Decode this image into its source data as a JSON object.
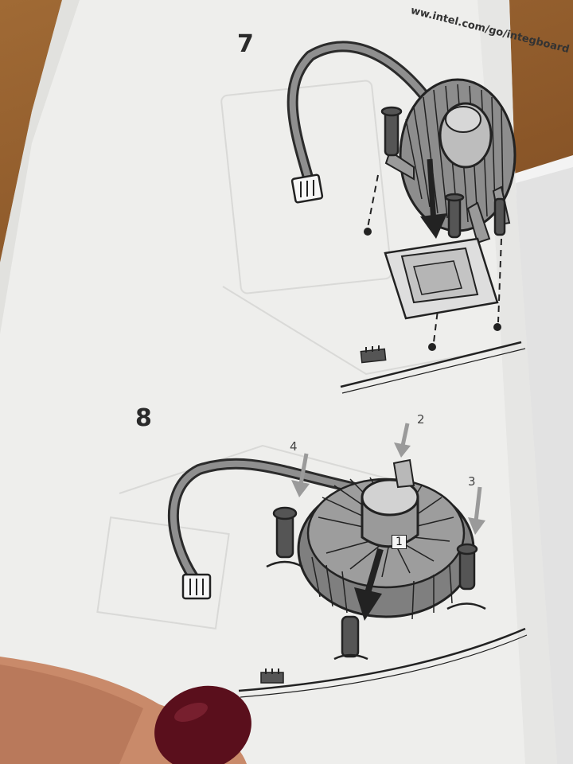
{
  "manual": {
    "url": "ww.intel.com/go/integboard",
    "step_7": "7",
    "step_8": "8",
    "callout_1": "1",
    "callout_2": "2",
    "callout_3": "3",
    "callout_4": "4"
  },
  "colors": {
    "paper": "#efefee",
    "ink": "#2b2b2b",
    "wood": "#8a5628",
    "nail_polish": "#5a0f1c",
    "skin": "#c98a6a"
  },
  "icons": {
    "cooler_fan": "cpu-cooler-icon",
    "down_arrow": "arrow-down-icon",
    "connector": "fan-header-icon"
  }
}
